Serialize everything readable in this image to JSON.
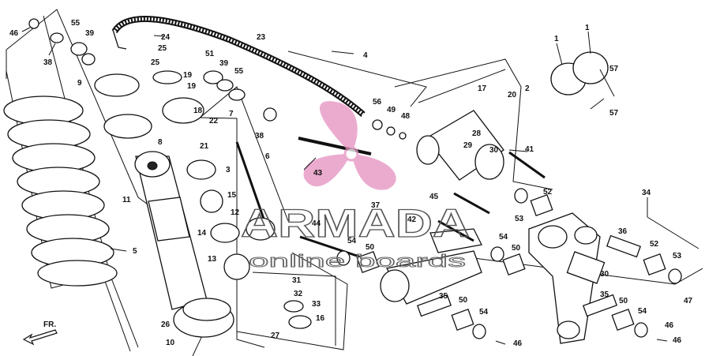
{
  "watermark": {
    "brand": "ARMADA",
    "tagline": "online boards",
    "logo_color": "#e58fc0"
  },
  "direction_label": "FR.",
  "callouts": [
    {
      "id": "46a",
      "text": "46"
    },
    {
      "id": "55a",
      "text": "55"
    },
    {
      "id": "39a",
      "text": "39"
    },
    {
      "id": "38a",
      "text": "38"
    },
    {
      "id": "24",
      "text": "24"
    },
    {
      "id": "25a",
      "text": "25"
    },
    {
      "id": "25b",
      "text": "25"
    },
    {
      "id": "23",
      "text": "23"
    },
    {
      "id": "4",
      "text": "4"
    },
    {
      "id": "51",
      "text": "51"
    },
    {
      "id": "39b",
      "text": "39"
    },
    {
      "id": "55b",
      "text": "55"
    },
    {
      "id": "19a",
      "text": "19"
    },
    {
      "id": "19b",
      "text": "19"
    },
    {
      "id": "9",
      "text": "9"
    },
    {
      "id": "18",
      "text": "18"
    },
    {
      "id": "22",
      "text": "22"
    },
    {
      "id": "7",
      "text": "7"
    },
    {
      "id": "38b",
      "text": "38"
    },
    {
      "id": "56",
      "text": "56"
    },
    {
      "id": "49",
      "text": "49"
    },
    {
      "id": "48",
      "text": "48"
    },
    {
      "id": "17",
      "text": "17"
    },
    {
      "id": "2",
      "text": "2"
    },
    {
      "id": "20",
      "text": "20"
    },
    {
      "id": "1a",
      "text": "1"
    },
    {
      "id": "1b",
      "text": "1"
    },
    {
      "id": "57a",
      "text": "57"
    },
    {
      "id": "57b",
      "text": "57"
    },
    {
      "id": "8",
      "text": "8"
    },
    {
      "id": "21",
      "text": "21"
    },
    {
      "id": "6",
      "text": "6"
    },
    {
      "id": "28",
      "text": "28"
    },
    {
      "id": "29",
      "text": "29"
    },
    {
      "id": "30a",
      "text": "30"
    },
    {
      "id": "41",
      "text": "41"
    },
    {
      "id": "43",
      "text": "43"
    },
    {
      "id": "11",
      "text": "11"
    },
    {
      "id": "3",
      "text": "3"
    },
    {
      "id": "15",
      "text": "15"
    },
    {
      "id": "12",
      "text": "12"
    },
    {
      "id": "45",
      "text": "45"
    },
    {
      "id": "53a",
      "text": "53"
    },
    {
      "id": "52a",
      "text": "52"
    },
    {
      "id": "34",
      "text": "34"
    },
    {
      "id": "37",
      "text": "37"
    },
    {
      "id": "42",
      "text": "42"
    },
    {
      "id": "44",
      "text": "44"
    },
    {
      "id": "5",
      "text": "5"
    },
    {
      "id": "14",
      "text": "14"
    },
    {
      "id": "54a",
      "text": "54"
    },
    {
      "id": "50a",
      "text": "50"
    },
    {
      "id": "54b",
      "text": "54"
    },
    {
      "id": "50b",
      "text": "50"
    },
    {
      "id": "36",
      "text": "36"
    },
    {
      "id": "52b",
      "text": "52"
    },
    {
      "id": "53b",
      "text": "53"
    },
    {
      "id": "13",
      "text": "13"
    },
    {
      "id": "31",
      "text": "31"
    },
    {
      "id": "32",
      "text": "32"
    },
    {
      "id": "30b",
      "text": "30"
    },
    {
      "id": "47",
      "text": "47"
    },
    {
      "id": "33",
      "text": "33"
    },
    {
      "id": "35a",
      "text": "35"
    },
    {
      "id": "35b",
      "text": "35"
    },
    {
      "id": "50c",
      "text": "50"
    },
    {
      "id": "50d",
      "text": "50"
    },
    {
      "id": "54c",
      "text": "54"
    },
    {
      "id": "54d",
      "text": "54"
    },
    {
      "id": "16",
      "text": "16"
    },
    {
      "id": "46b",
      "text": "46"
    },
    {
      "id": "26",
      "text": "26"
    },
    {
      "id": "27",
      "text": "27"
    },
    {
      "id": "10",
      "text": "10"
    },
    {
      "id": "46c",
      "text": "46"
    },
    {
      "id": "46d",
      "text": "46"
    }
  ]
}
